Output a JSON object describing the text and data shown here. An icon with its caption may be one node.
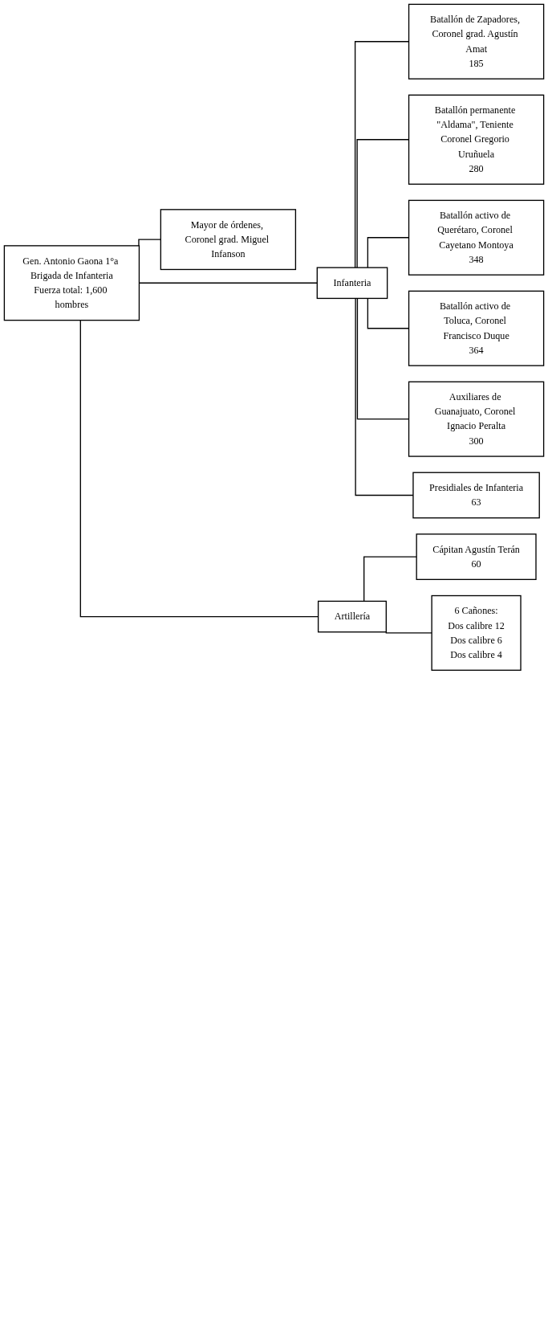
{
  "diagram": {
    "nodes": [
      {
        "text": [
          "Gen. Antonio Gaona 1°a Brigada de Infanteria",
          "Fuerza total: 1,600 hombres"
        ]
      },
      {
        "text": [
          "Mayor de órdenes, Coronel grad. Miguel Infanson"
        ]
      },
      {
        "text": [
          "Infanteria"
        ]
      },
      {
        "text": [
          "Artillería"
        ]
      },
      {
        "text": [
          "Batallón de Zapadores, Coronel grad. Agustín Amat",
          "185"
        ]
      },
      {
        "text": [
          "Batallón permanente \"Aldama\", Teniente Coronel Gregorio Uruñuela",
          "280"
        ]
      },
      {
        "text": [
          "Batallón activo de Querétaro, Coronel Cayetano Montoya",
          "348"
        ]
      },
      {
        "text": [
          "Batallón activo de Toluca, Coronel Francisco Duque",
          "364"
        ]
      },
      {
        "text": [
          "Auxiliares de Guanajuato, Coronel Ignacio Peralta",
          "300"
        ]
      },
      {
        "text": [
          "Presidiales de Infanteria",
          "63"
        ]
      },
      {
        "text": [
          "Cápitan Agustín Terán",
          "60"
        ]
      },
      {
        "text": [
          "6 Cañones:",
          "Dos calibre 12",
          "Dos calibre 6",
          "Dos calibre 4"
        ]
      }
    ],
    "edges": [
      {
        "from": 0,
        "to": 1,
        "arrow": "none"
      },
      {
        "from": 0,
        "to": 2,
        "arrow": "none"
      },
      {
        "from": 0,
        "to": 3,
        "arrow": "none"
      },
      {
        "from": 2,
        "to": 4,
        "arrow": "none"
      },
      {
        "from": 2,
        "to": 5,
        "arrow": "none"
      },
      {
        "from": 2,
        "to": 6,
        "arrow": "none"
      },
      {
        "from": 2,
        "to": 7,
        "arrow": "none"
      },
      {
        "from": 2,
        "to": 8,
        "arrow": "none"
      },
      {
        "from": 2,
        "to": 9,
        "arrow": "none"
      },
      {
        "from": 3,
        "to": 10,
        "arrow": "none"
      },
      {
        "from": 3,
        "to": 11,
        "arrow": "none"
      }
    ]
  }
}
